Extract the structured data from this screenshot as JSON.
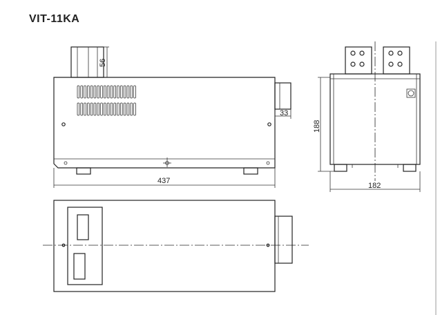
{
  "drawing": {
    "title": "VIT-11KA",
    "dimensions": {
      "length": "437",
      "terminal_height": "56",
      "side_offset": "33",
      "height": "188",
      "width": "182"
    }
  }
}
